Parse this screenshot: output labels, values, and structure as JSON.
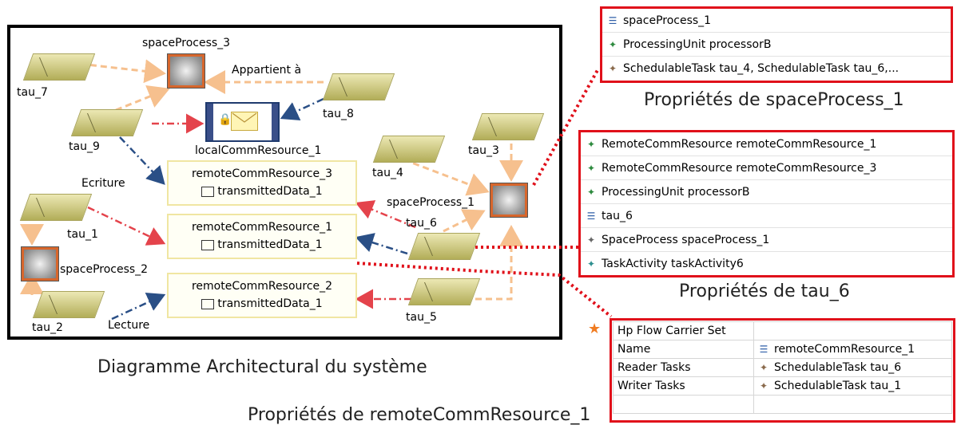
{
  "diagram": {
    "tasks": [
      "tau_7",
      "tau_8",
      "tau_9",
      "tau_4",
      "tau_3",
      "tau_1",
      "tau_6",
      "tau_2",
      "tau_5"
    ],
    "space_processes": [
      "spaceProcess_3",
      "spaceProcess_1",
      "spaceProcess_2"
    ],
    "local_comm": "localCommResource_1",
    "remote_comms": [
      {
        "name": "remoteCommResource_3",
        "attr": "transmittedData_1"
      },
      {
        "name": "remoteCommResource_1",
        "attr": "transmittedData_1"
      },
      {
        "name": "remoteCommResource_2",
        "attr": "transmittedData_1"
      }
    ],
    "edge_labels": {
      "belongs": "Appartient à",
      "write": "Ecriture",
      "read": "Lecture"
    },
    "caption": "Diagramme Architectural du système"
  },
  "panels": {
    "space_process": {
      "rows": [
        {
          "icon": "list-icon",
          "text": "spaceProcess_1"
        },
        {
          "icon": "diamond-icon",
          "text": "ProcessingUnit processorB"
        },
        {
          "icon": "diamond-icon",
          "text": "SchedulableTask tau_4, SchedulableTask tau_6,..."
        }
      ],
      "caption": "Propriétés de spaceProcess_1"
    },
    "tau6": {
      "rows": [
        {
          "icon": "diamond-icon",
          "text": "RemoteCommResource remoteCommResource_1"
        },
        {
          "icon": "diamond-icon",
          "text": "RemoteCommResource remoteCommResource_3"
        },
        {
          "icon": "diamond-icon",
          "text": "ProcessingUnit processorB"
        },
        {
          "icon": "list-icon",
          "text": "tau_6"
        },
        {
          "icon": "diamond-icon",
          "text": "SpaceProcess spaceProcess_1"
        },
        {
          "icon": "diamond-icon",
          "text": "TaskActivity taskActivity6"
        }
      ],
      "caption": "Propriétés de tau_6"
    },
    "remote": {
      "header": "Hp Flow Carrier Set",
      "rows": [
        {
          "key": "Name",
          "value": "remoteCommResource_1"
        },
        {
          "key": "Reader Tasks",
          "value": "SchedulableTask tau_6"
        },
        {
          "key": "Writer Tasks",
          "value": "SchedulableTask tau_1"
        }
      ],
      "caption": "Propriétés de remoteCommResource_1"
    }
  },
  "colors": {
    "highlight_red": "#e0101a",
    "arrow_red": "#e4434b",
    "arrow_blue": "#2a4f86",
    "arrow_orange": "#f6c08e"
  }
}
